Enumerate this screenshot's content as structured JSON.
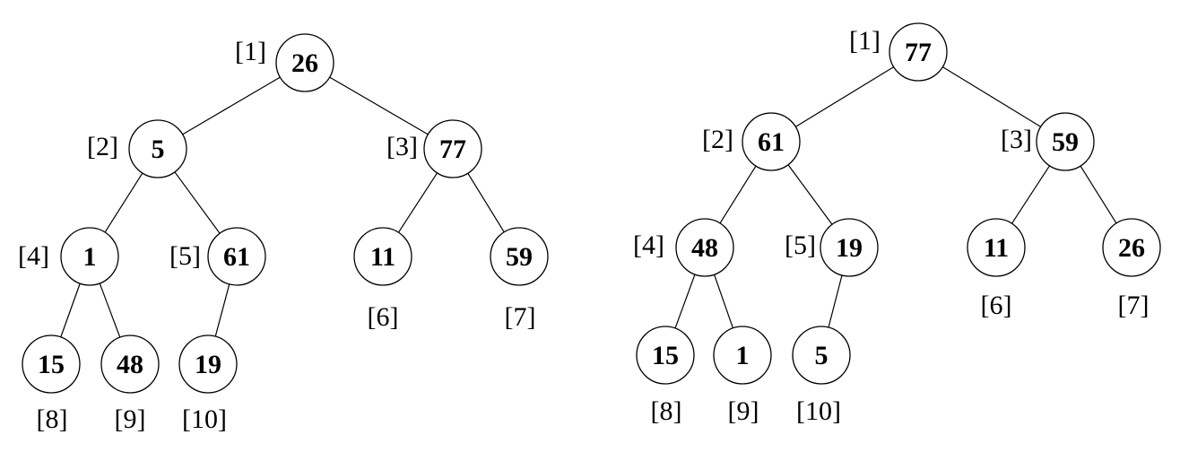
{
  "trees": [
    {
      "name": "left-tree",
      "nodes": [
        {
          "index": "[1]",
          "value": "26"
        },
        {
          "index": "[2]",
          "value": "5"
        },
        {
          "index": "[3]",
          "value": "77"
        },
        {
          "index": "[4]",
          "value": "1"
        },
        {
          "index": "[5]",
          "value": "61"
        },
        {
          "index": "[6]",
          "value": "11"
        },
        {
          "index": "[7]",
          "value": "59"
        },
        {
          "index": "[8]",
          "value": "15"
        },
        {
          "index": "[9]",
          "value": "48"
        },
        {
          "index": "[10]",
          "value": "19"
        }
      ]
    },
    {
      "name": "right-tree",
      "nodes": [
        {
          "index": "[1]",
          "value": "77"
        },
        {
          "index": "[2]",
          "value": "61"
        },
        {
          "index": "[3]",
          "value": "59"
        },
        {
          "index": "[4]",
          "value": "48"
        },
        {
          "index": "[5]",
          "value": "19"
        },
        {
          "index": "[6]",
          "value": "11"
        },
        {
          "index": "[7]",
          "value": "26"
        },
        {
          "index": "[8]",
          "value": "15"
        },
        {
          "index": "[9]",
          "value": "1"
        },
        {
          "index": "[10]",
          "value": "5"
        }
      ]
    }
  ]
}
